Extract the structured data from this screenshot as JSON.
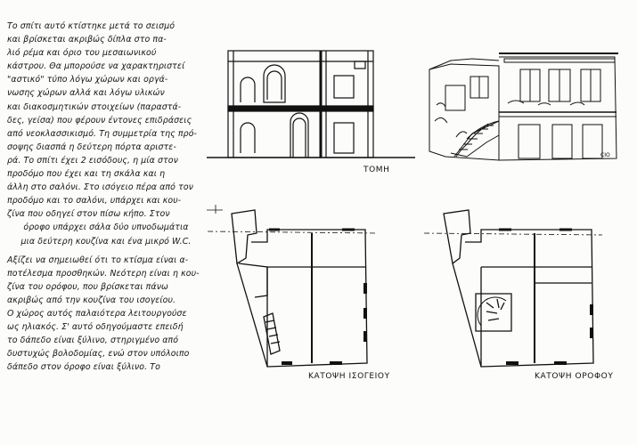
{
  "text_lines": [
    "Το σπίτι αυτό κτίστηκε μετά το σεισμό",
    "και βρίσκεται ακριβώς δίπλα στο πα-",
    "λιό ρέμα και όριο του μεσαιωνικού",
    "κάστρου. Θα μπορούσε να χαρακτηριστεί",
    "\"αστικό\" τύπο λόγω χώρων και οργά-",
    "νωσης χώρων αλλά και λόγω υλικών",
    "και διακοσμητικών στοιχείων (παραστά-",
    "δες, γείσα) που φέρουν έντονες επιδράσεις",
    "από νεοκλασσικισμό. Τη συμμετρία της πρό-",
    "σοψης διασπά η δεύτερη πόρτα αριστε-",
    "ρά. Το σπίτι έχει 2 εισόδους, η μία στον",
    "προδόμο που έχει και τη σκάλα και η",
    "άλλη στο σαλόνι. Στο ισόγειο πέρα από τον",
    "προδόμο και το σαλόνι, υπάρχει και κου-",
    "ζίνα που οδηγεί στον πίσω κήπο. Στον",
    "όροφο υπάρχει σάλα δύο υπνοδωμάτια",
    "μια δεύτερη κουζίνα και ένα μικρό W.C.",
    "Αξίζει να σημειωθεί ότι το κτίσμα είναι α-",
    "ποτέλεσμα προσθηκών. Νεότερη είναι η κου-",
    "ζίνα του ορόφου, που βρίσκεται πάνω",
    "ακριβώς από την κουζίνα του ισογείου.",
    "Ο χώρος αυτός παλαιότερα λειτουργούσε",
    "ως ηλιακός. Σ' αυτό οδηγούμαστε επειδή",
    "το δάπεδο είναι ξύλινο, στηριγμένο από",
    "δυστυχώς βολοδομίας, ενώ στον υπόλοιπο",
    "δάπεδο στον όροφο είναι ξύλινο. Το"
  ],
  "labels": {
    "section": "ΤΟΜΗ",
    "ground_plan": "ΚΑΤΟΨΗ ΙΣΟΓΕΙΟΥ",
    "upper_plan": "ΚΑΤΟΨΗ ΟΡΟΦΟΥ"
  }
}
